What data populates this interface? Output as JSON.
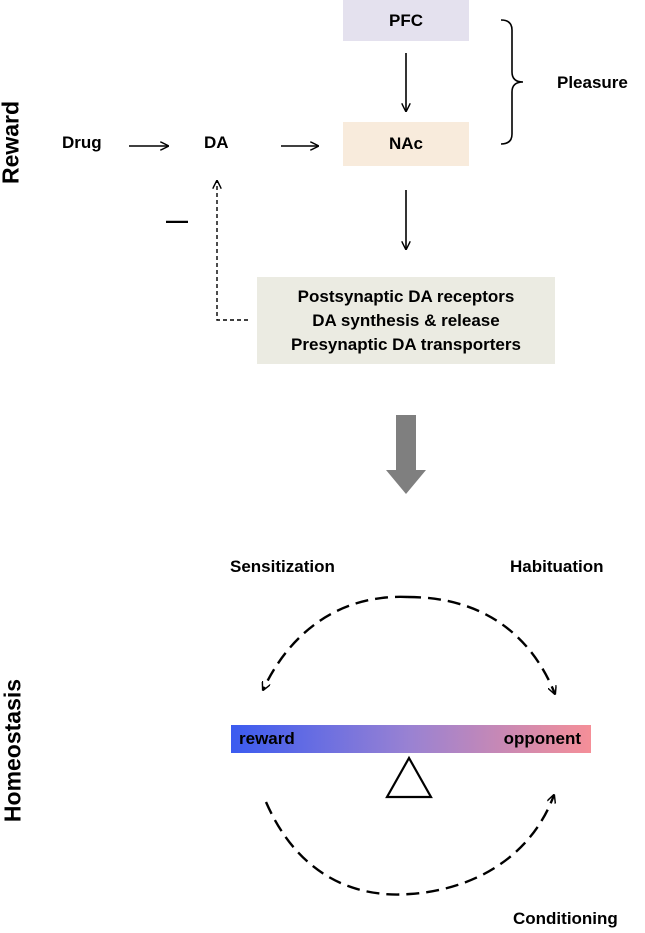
{
  "sections": {
    "top": "Reward",
    "bottom": "Homeostasis"
  },
  "reward_pathway": {
    "drug": "Drug",
    "da": "DA",
    "pfc": "PFC",
    "nac": "NAc",
    "pleasure": "Pleasure",
    "inhibition_sign": "—",
    "adaptations": [
      "Postsynaptic DA receptors",
      "DA synthesis & release",
      "Presynaptic DA transporters"
    ]
  },
  "homeostasis": {
    "sensitization": "Sensitization",
    "habituation": "Habituation",
    "conditioning": "Conditioning",
    "reward_end": "reward",
    "opponent_end": "opponent"
  },
  "colors": {
    "pfc_box": "#e4e1ee",
    "nac_box": "#f8ebdc",
    "adaptation_box": "#ebebe2",
    "big_arrow": "#7f7f7f",
    "gradient_start": "#3b5bf0",
    "gradient_mid": "#9a82d2",
    "gradient_end": "#f58f98"
  }
}
